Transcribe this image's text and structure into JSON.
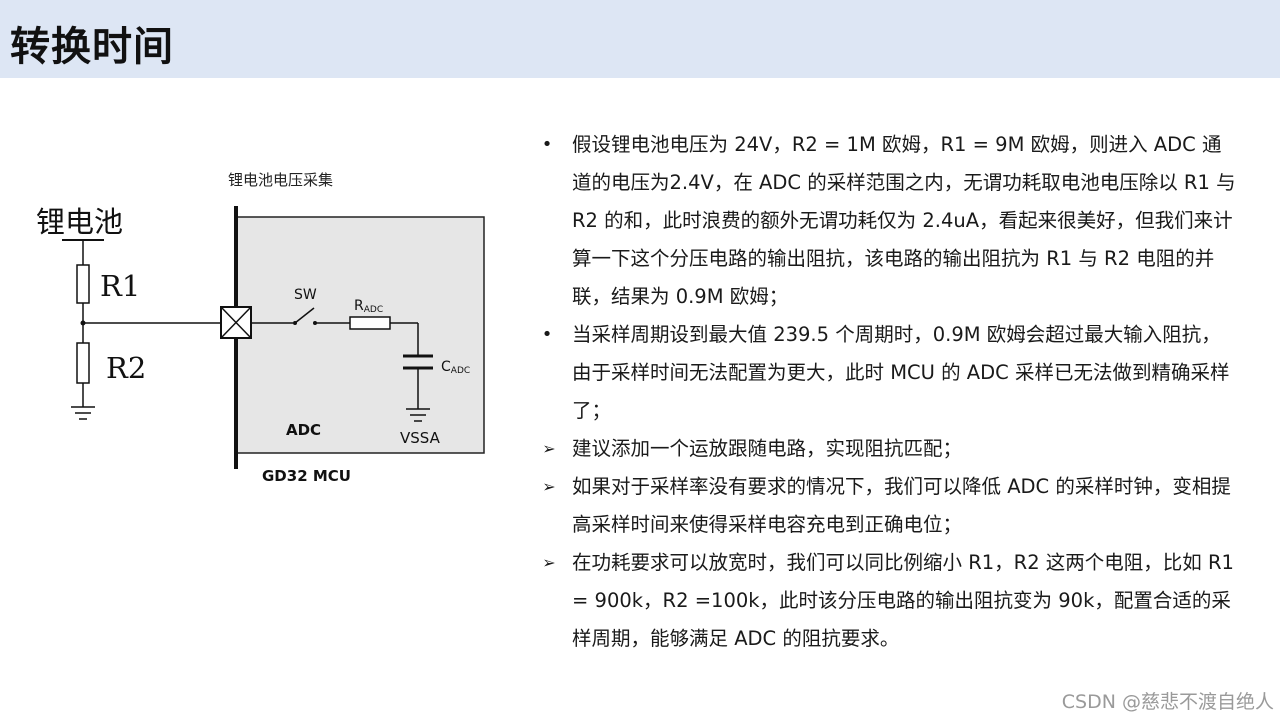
{
  "header": {
    "title": "转换时间"
  },
  "circuit": {
    "caption": "锂电池电压采集",
    "battery_label": "锂电池",
    "r1_label": "R1",
    "r2_label": "R2",
    "sw_label": "SW",
    "radc_main": "R",
    "radc_sub": "ADC",
    "cadc_main": "C",
    "cadc_sub": "ADC",
    "adc_label": "ADC",
    "vssa_label": "VSSA",
    "mcu_label": "GD32 MCU"
  },
  "bullets": [
    {
      "marker": "•",
      "type": "dot",
      "text": "假设锂电池电压为 24V，R2 = 1M 欧姆，R1 = 9M 欧姆，则进入 ADC 通道的电压为2.4V，在 ADC 的采样范围之内，无谓功耗取电池电压除以 R1 与 R2 的和，此时浪费的额外无谓功耗仅为 2.4uA，看起来很美好，但我们来计算一下这个分压电路的输出阻抗，该电路的输出阻抗为 R1 与 R2 电阻的并联，结果为 0.9M 欧姆；"
    },
    {
      "marker": "•",
      "type": "dot",
      "text": "当采样周期设到最大值 239.5 个周期时，0.9M 欧姆会超过最大输入阻抗，由于采样时间无法配置为更大，此时 MCU 的 ADC 采样已无法做到精确采样了；"
    },
    {
      "marker": "➢",
      "type": "arrow",
      "text": "建议添加一个运放跟随电路，实现阻抗匹配；"
    },
    {
      "marker": "➢",
      "type": "arrow",
      "text": "如果对于采样率没有要求的情况下，我们可以降低 ADC 的采样时钟，变相提高采样时间来使得采样电容充电到正确电位；"
    },
    {
      "marker": "➢",
      "type": "arrow",
      "text": "在功耗要求可以放宽时，我们可以同比例缩小 R1，R2 这两个电阻，比如 R1 = 900k，R2 =100k，此时该分压电路的输出阻抗变为 90k，配置合适的采样周期，能够满足 ADC 的阻抗要求。"
    }
  ],
  "watermark": "CSDN @慈悲不渡自绝人"
}
